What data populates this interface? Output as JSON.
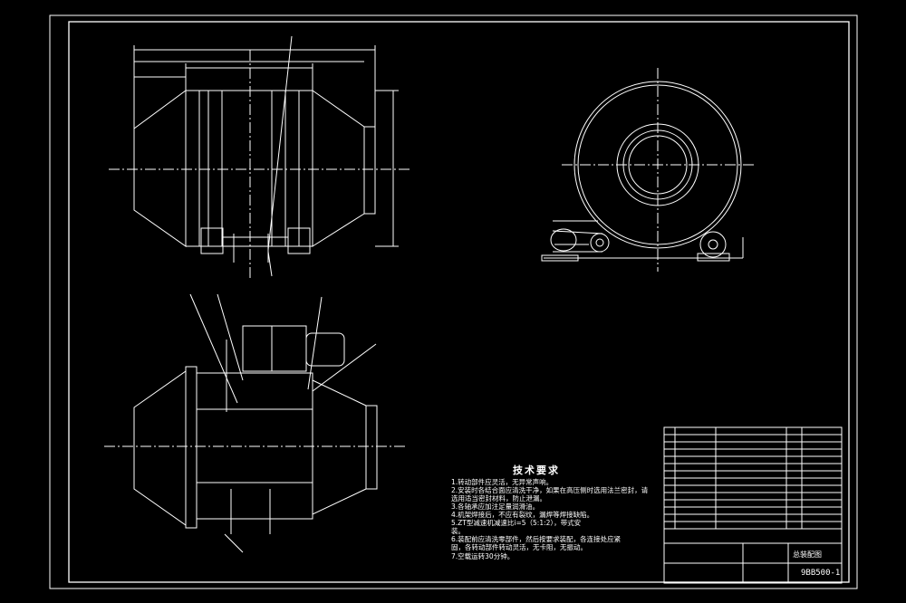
{
  "technical_requirements": {
    "title": "技术要求",
    "items": [
      "1.转动部件应灵活，无异常声响。",
      "2.安装时各结合面应清洗干净，如果在高压侧时选用法兰密封，请",
      "  选用适当密封材料，防止泄漏。",
      "3.各轴承应加注足量润滑油。",
      "4.机架焊接后，不应有裂纹，漏焊等焊接缺陷。",
      "5.ZT型减速机减速比i=5（5:1:2），带式安",
      "  装。",
      "6.装配前应清洗零部件，然后按要求装配，各连接处应紧",
      "  固，各转动部件转动灵活，无卡阻，无振动。",
      "7.空载运转30分钟。"
    ]
  },
  "title_block": {
    "drawing_number": "9BB500-1",
    "drawing_name": "总装配图"
  }
}
